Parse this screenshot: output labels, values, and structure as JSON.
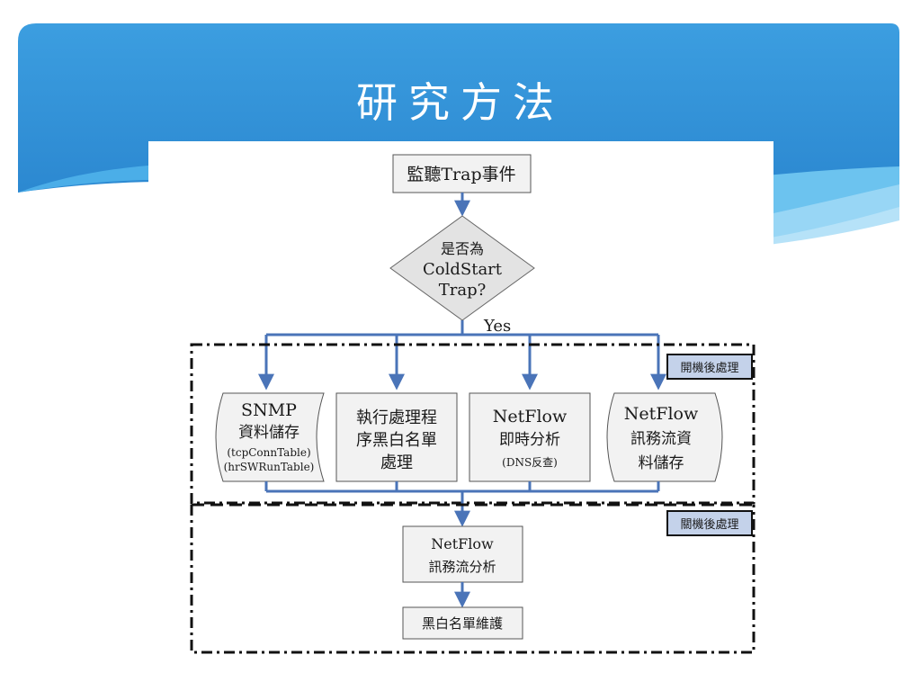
{
  "slide": {
    "title": "研究方法"
  },
  "flowchart": {
    "start": "監聽Trap事件",
    "decision": [
      "是否為",
      "ColdStart",
      "Trap?"
    ],
    "yes_label": "Yes",
    "group1_tag": "開機後處理",
    "group2_tag": "關機後處理",
    "snmp": [
      "SNMP",
      "資料儲存",
      "(tcpConnTable)",
      "(hrSWRunTable)"
    ],
    "process": [
      "執行處理程",
      "序黑白名單",
      "處理"
    ],
    "netflow_realtime": [
      "NetFlow",
      "即時分析",
      "(DNS反查)"
    ],
    "netflow_store": [
      "NetFlow",
      "訊務流資",
      "料儲存"
    ],
    "netflow_analysis": [
      "NetFlow",
      "訊務流分析"
    ],
    "maintain": "黑白名單維護"
  },
  "colors": {
    "banner_dark": "#2f8fd4",
    "banner_light": "#58b8ea",
    "arrow": "#4a74b8",
    "tag_fill": "#c4d2ea",
    "node_fill": "#f2f2f2",
    "diamond_fill": "#e3e3e3"
  }
}
